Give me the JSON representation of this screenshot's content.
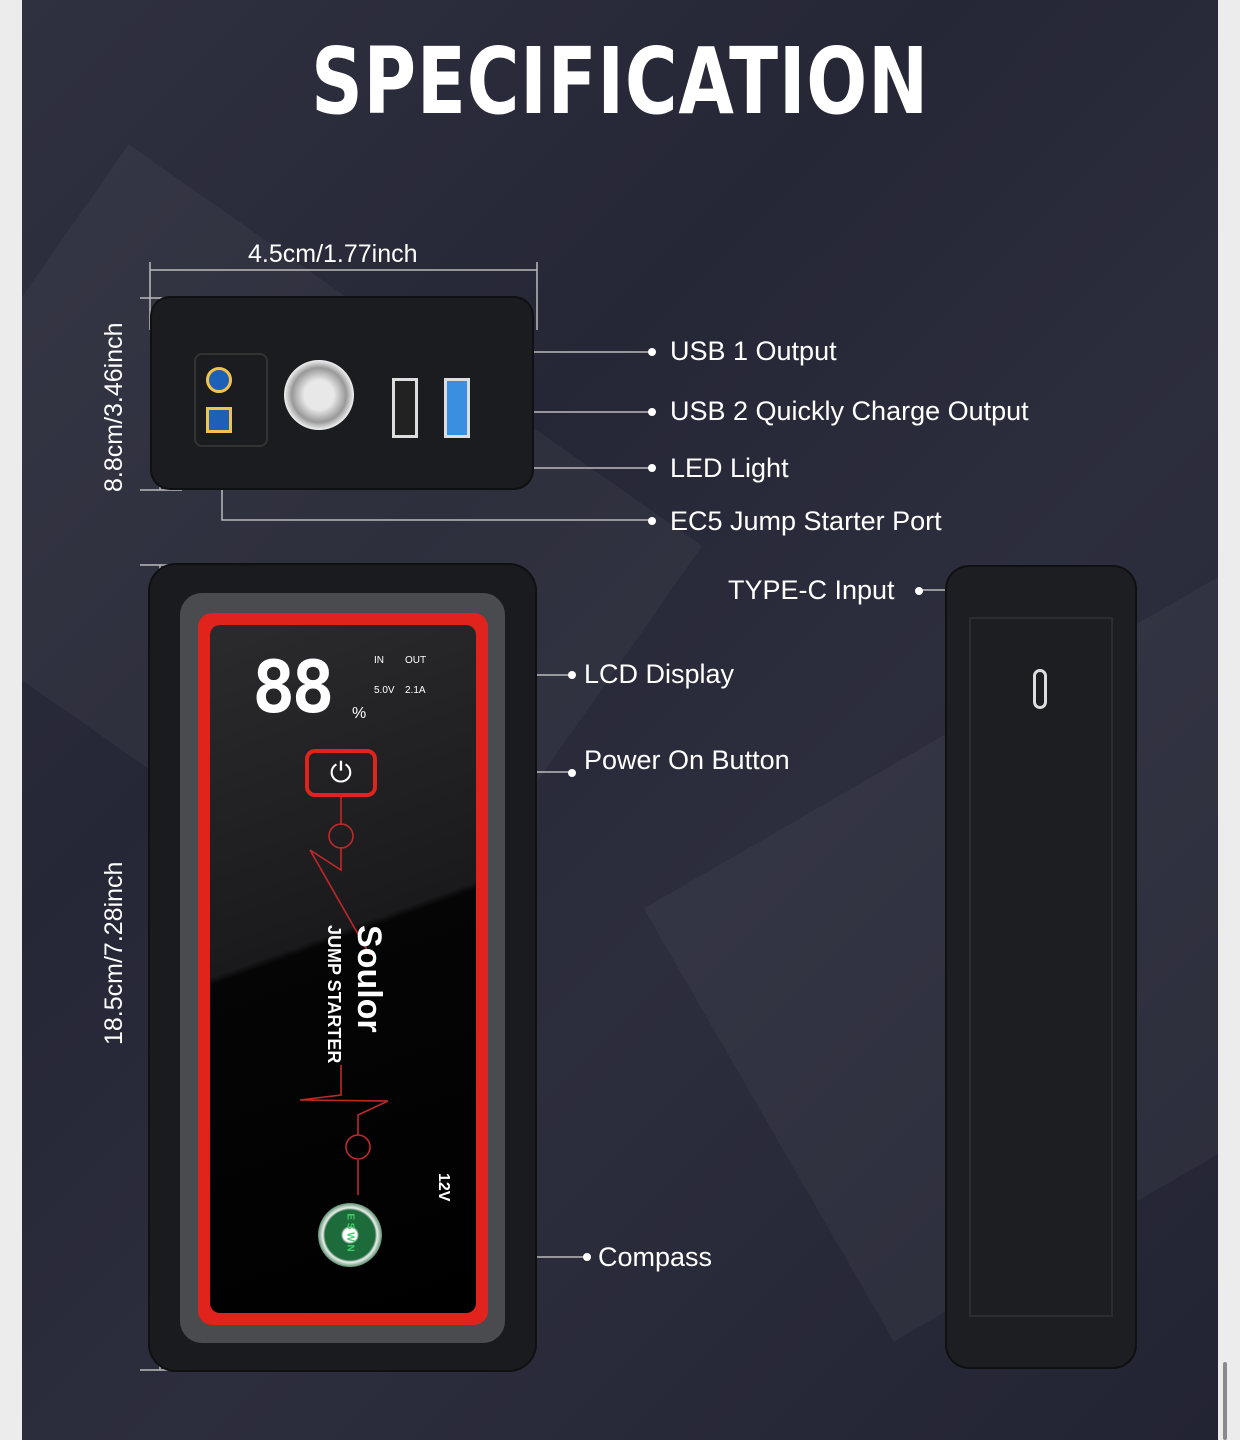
{
  "title": "SPECIFICATION",
  "dimensions": {
    "width": "4.5cm/1.77inch",
    "depth": "8.8cm/3.46inch",
    "height": "18.5cm/7.28inch"
  },
  "callouts": {
    "usb1": "USB 1 Output",
    "usb2": "USB 2 Quickly Charge Output",
    "led": "LED Light",
    "ec5": "EC5 Jump Starter Port",
    "typec": "TYPE-C Input",
    "lcd": "LCD Display",
    "power": "Power On Button",
    "compass": "Compass"
  },
  "device": {
    "lcd_value": "88",
    "lcd_percent": "%",
    "in_label": "IN",
    "out_label": "OUT",
    "in_value": "5.0V",
    "out_value": "2.1A",
    "brand": "Soulor",
    "product": "JUMP STARTER",
    "voltage": "12V",
    "compass_letters": "E S W N"
  },
  "colors": {
    "accent": "#e0231c",
    "background": "#2a2b3a",
    "body": "#1b1c1f"
  }
}
